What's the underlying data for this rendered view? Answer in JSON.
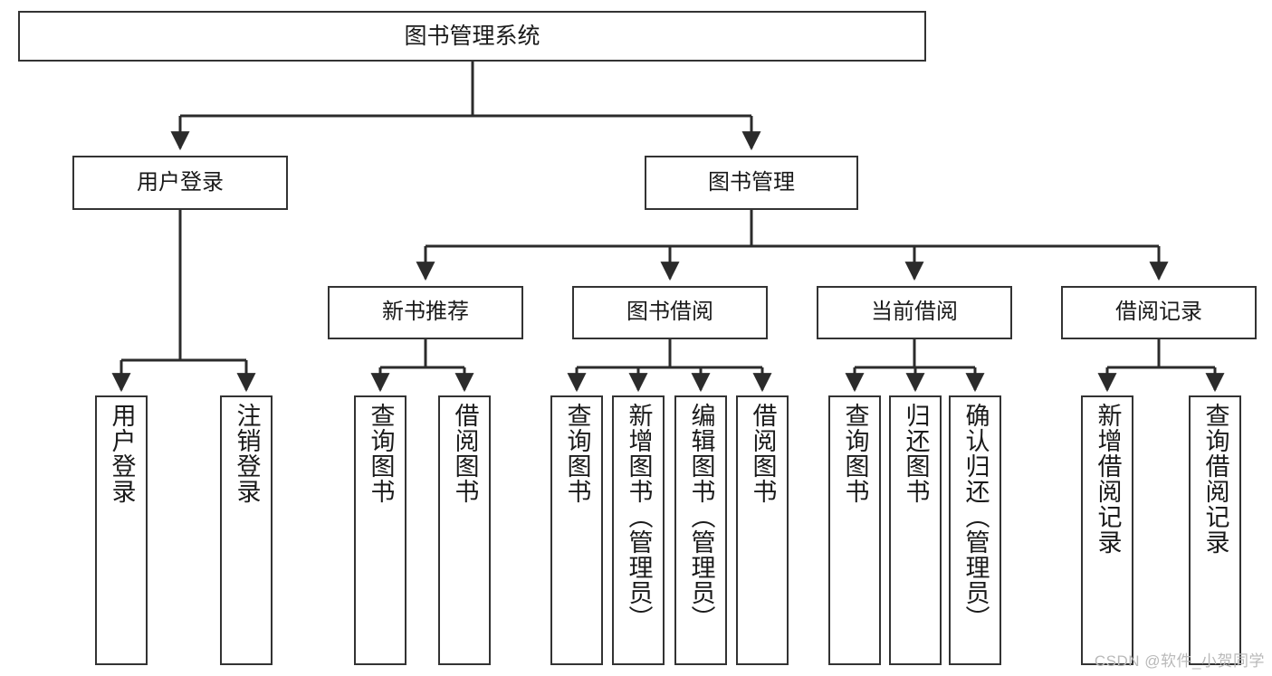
{
  "diagram": {
    "type": "tree",
    "title": "图书管理系统",
    "root": {
      "id": "root",
      "label": "图书管理系统"
    },
    "level1": [
      {
        "id": "user-login",
        "label": "用户登录"
      },
      {
        "id": "book-manage",
        "label": "图书管理"
      }
    ],
    "level2": [
      {
        "id": "new-book-rec",
        "label": "新书推荐",
        "parent": "book-manage"
      },
      {
        "id": "book-borrow",
        "label": "图书借阅",
        "parent": "book-manage"
      },
      {
        "id": "current-borrow",
        "label": "当前借阅",
        "parent": "book-manage"
      },
      {
        "id": "borrow-record",
        "label": "借阅记录",
        "parent": "book-manage"
      }
    ],
    "leaves": [
      {
        "id": "leaf-user-login",
        "label": "用户登录",
        "parent": "user-login"
      },
      {
        "id": "leaf-logout",
        "label": "注销登录",
        "parent": "user-login"
      },
      {
        "id": "leaf-query-book-1",
        "label": "查询图书",
        "parent": "new-book-rec"
      },
      {
        "id": "leaf-borrow-book-1",
        "label": "借阅图书",
        "parent": "new-book-rec"
      },
      {
        "id": "leaf-query-book-2",
        "label": "查询图书",
        "parent": "book-borrow"
      },
      {
        "id": "leaf-add-book",
        "label": "新增图书（管理员）",
        "parent": "book-borrow"
      },
      {
        "id": "leaf-edit-book",
        "label": "编辑图书（管理员）",
        "parent": "book-borrow"
      },
      {
        "id": "leaf-borrow-book-2",
        "label": "借阅图书",
        "parent": "book-borrow"
      },
      {
        "id": "leaf-query-book-3",
        "label": "查询图书",
        "parent": "current-borrow"
      },
      {
        "id": "leaf-return-book",
        "label": "归还图书",
        "parent": "current-borrow"
      },
      {
        "id": "leaf-confirm-return",
        "label": "确认归还（管理员）",
        "parent": "current-borrow"
      },
      {
        "id": "leaf-add-record",
        "label": "新增借阅记录",
        "parent": "borrow-record"
      },
      {
        "id": "leaf-query-record",
        "label": "查询借阅记录",
        "parent": "borrow-record"
      }
    ],
    "colors": {
      "box_border": "#333333",
      "box_fill": "#ffffff",
      "text": "#1a1a1a",
      "connector": "#2b2b2b",
      "watermark": "#b9b9b9"
    }
  },
  "watermark": {
    "text": "CSDN @软件_小贺同学"
  }
}
